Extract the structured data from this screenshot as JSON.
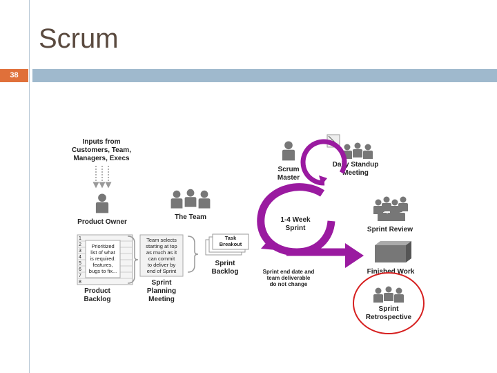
{
  "slide": {
    "title": "Scrum",
    "number": "38",
    "colors": {
      "accent": "#e0703a",
      "bar": "#9fb9cd",
      "purple": "#9a1aa0",
      "highlight": "#d62020"
    }
  },
  "diagram": {
    "inputs": [
      "Inputs from",
      "Customers, Team,",
      "Managers, Execs"
    ],
    "product_owner": "Product Owner",
    "backlog_rows": [
      "1",
      "2",
      "3",
      "4",
      "5",
      "6",
      "7",
      "8"
    ],
    "backlog_note": [
      "Prioritized",
      "list of what",
      "is required:",
      "features,",
      "bugs to fix..."
    ],
    "product_backlog": [
      "Product",
      "Backlog"
    ],
    "the_team": "The Team",
    "team_note": [
      "Team selects",
      "starting at top",
      "as much as it",
      "can commit",
      "to deliver by",
      "end of Sprint"
    ],
    "planning": [
      "Sprint",
      "Planning",
      "Meeting"
    ],
    "task_breakout": [
      "Task",
      "Breakout"
    ],
    "sprint_backlog": [
      "Sprint",
      "Backlog"
    ],
    "scrum_master": [
      "Scrum",
      "Master"
    ],
    "standup": [
      "Daily Standup",
      "Meeting"
    ],
    "sprint_length": [
      "1-4 Week",
      "Sprint"
    ],
    "sprint_end": [
      "Sprint end date and",
      "team deliverable",
      "do not change"
    ],
    "sprint_review": "Sprint Review",
    "finished_work": "Finished Work",
    "retrospective": [
      "Sprint",
      "Retrospective"
    ]
  }
}
